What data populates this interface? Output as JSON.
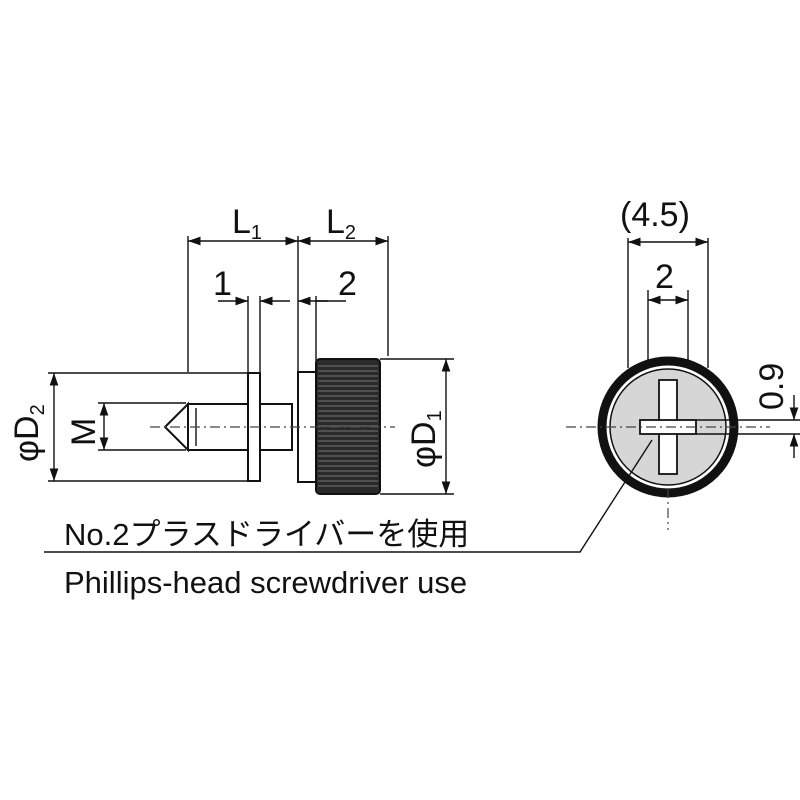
{
  "side_view": {
    "L1": {
      "letter": "L",
      "sub": "1"
    },
    "L2": {
      "letter": "L",
      "sub": "2"
    },
    "dim_1": "1",
    "dim_2": "2",
    "D2": {
      "prefix": "φ",
      "letter": "D",
      "sub": "2"
    },
    "D1": {
      "prefix": "φ",
      "letter": "D",
      "sub": "1"
    },
    "M": "M"
  },
  "end_view": {
    "dim_overall": "(4.5)",
    "dim_slot": "2",
    "dim_slot_width": "0.9"
  },
  "note": {
    "japanese": "No.2プラスドライバーを使用",
    "english": "Phillips-head screwdriver use"
  },
  "colors": {
    "line": "#111111",
    "head_fill": "#2a2a2a",
    "end_face": "#d6d6d6",
    "background": "#ffffff"
  }
}
